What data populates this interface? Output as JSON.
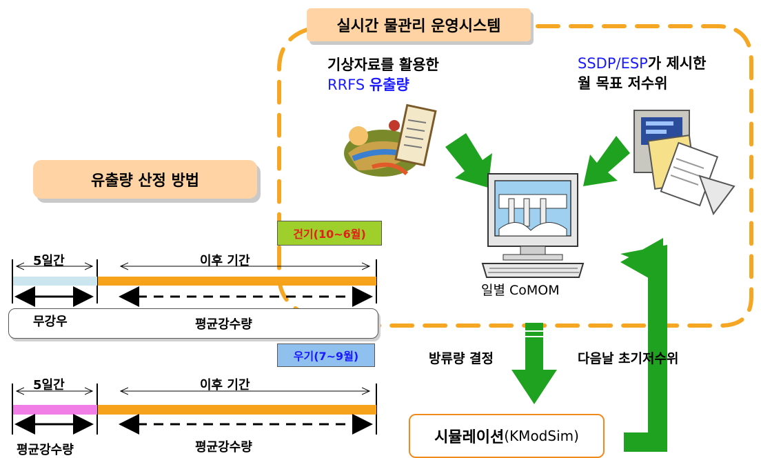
{
  "system": {
    "title": "실시간 물관리 운영시스템"
  },
  "inputs": {
    "rrfs_line1": "기상자료를 활용한",
    "rrfs_prefix": "RRFS ",
    "rrfs_emph": "유출량",
    "ssdp_prefix": "SSDP/ESP",
    "ssdp_rest": "가 제시한",
    "ssdp_line2": "월 목표 저수위"
  },
  "model": {
    "label": "일별 CoMOM"
  },
  "method": {
    "title": "유출량 산정 방법"
  },
  "dry_season": {
    "badge": "건기(10~6월)",
    "first_period": "5일간",
    "later_period": "이후 기간",
    "first_input": "무강우",
    "later_input": "평균강수량"
  },
  "wet_season": {
    "badge": "우기(7~9월)",
    "first_period": "5일간",
    "later_period": "이후 기간",
    "first_input": "평균강수량",
    "later_input": "평균강수량"
  },
  "flows": {
    "release": "방류량 결정",
    "next_day": "다음날 초기저수위"
  },
  "simulation": {
    "prefix": "시뮬레이션",
    "suffix": "(KModSim)"
  },
  "colors": {
    "dashed_border": "#f5a623",
    "green_arrow": "#1fa21f",
    "orange_bar": "#f7a21b",
    "dry_first_bar": "#cbe6ee",
    "wet_first_bar": "#f07ee6",
    "dry_badge": "#9ecf2a",
    "wet_badge": "#8fc0ee",
    "blue_text": "#1a1aff"
  },
  "icons": [
    "weather-document-icon",
    "report-papers-icon",
    "computer-dam-icon"
  ]
}
